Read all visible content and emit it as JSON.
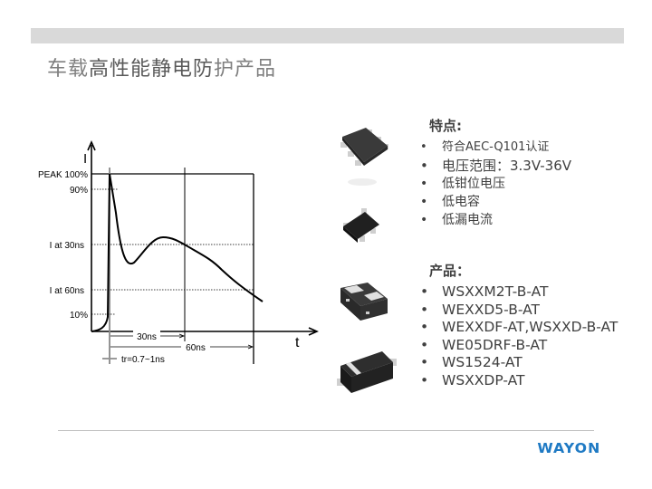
{
  "header": {
    "title_light_1": "车载",
    "title_bold": "高性能静电防",
    "title_light_2": "护产品"
  },
  "chart": {
    "y_axis_label": "I",
    "x_axis_label": "t",
    "y_ticks": [
      "PEAK 100%",
      "90%",
      "I at 30ns",
      "I at 60ns",
      "10%"
    ],
    "annotations": {
      "t30": "30ns",
      "t60": "60ns",
      "rise_time": "tr=0.7~1ns"
    }
  },
  "chart_data": {
    "type": "line",
    "title": "ESD current waveform (IEC 61000-4-2)",
    "xlabel": "t",
    "ylabel": "I",
    "x_markers": [
      "tr=0.7~1ns",
      "30ns",
      "60ns"
    ],
    "y_levels": [
      {
        "label": "PEAK 100%",
        "value": 100
      },
      {
        "label": "90%",
        "value": 90
      },
      {
        "label": "I at 30ns",
        "value": 53
      },
      {
        "label": "I at 60ns",
        "value": 27
      },
      {
        "label": "10%",
        "value": 10
      }
    ],
    "series": [
      {
        "name": "current",
        "x_ns": [
          0,
          0.8,
          3,
          8,
          15,
          30,
          45,
          60,
          66
        ],
        "values": [
          0,
          100,
          60,
          40,
          55,
          53,
          40,
          27,
          23
        ]
      }
    ],
    "grid": "dotted at labeled levels"
  },
  "features": {
    "title": "特点:",
    "items": [
      "符合AEC-Q101认证",
      "电压范围：3.3V-36V",
      "低钳位电压",
      "低电容",
      "低漏电流"
    ]
  },
  "products": {
    "title": "产品：",
    "items": [
      "WSXXM2T-B-AT",
      "WEXXD5-B-AT",
      "WEXXDF-AT,WSXXD-B-AT",
      "WE05DRF-B-AT",
      "WS1524-AT",
      "WSXXDP-AT"
    ]
  },
  "packages": [
    "sot23-6-icon",
    "sot23-icon",
    "dfn-icon",
    "sod-icon"
  ],
  "footer": {
    "logo": "WAYON",
    "logo_color": "#1f7ac4"
  }
}
